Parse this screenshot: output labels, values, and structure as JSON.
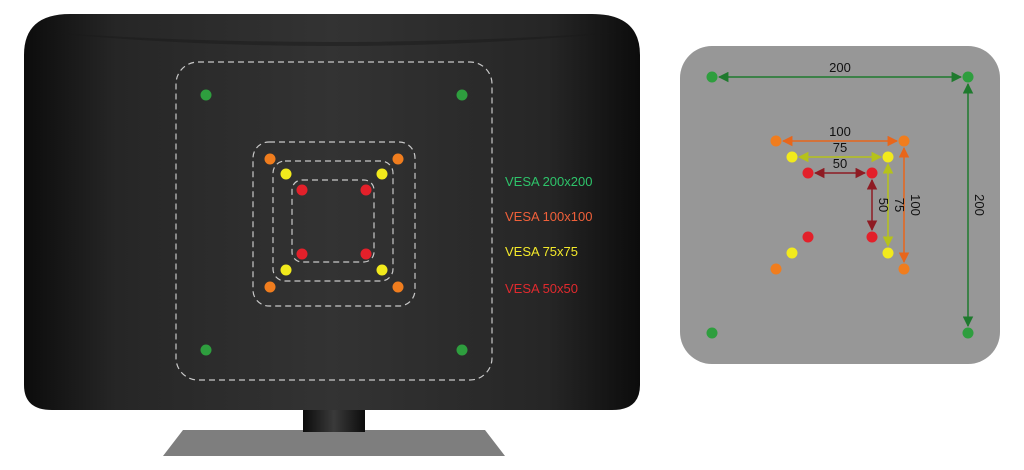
{
  "legend": {
    "vesa_200": "VESA 200x200",
    "vesa_100": "VESA 100x100",
    "vesa_75": "VESA 75x75",
    "vesa_50": "VESA 50x50"
  },
  "dimensions": {
    "d200_horizontal": "200",
    "d200_vertical": "200",
    "d100_horizontal": "100",
    "d100_vertical": "100",
    "d75_horizontal": "75",
    "d75_vertical": "75",
    "d50_horizontal": "50",
    "d50_vertical": "50"
  },
  "colors": {
    "vesa_200": "#2e9e3e",
    "vesa_100": "#f07d1e",
    "vesa_75": "#f2ea1c",
    "vesa_50": "#e3202a",
    "dim_200": "#1f7a2e",
    "dim_100": "#e8661b",
    "dim_75": "#b6c21a",
    "dim_50": "#8e1b23",
    "legend_200": "#2ec36a",
    "legend_100": "#f0603a",
    "legend_75": "#f4ea2a",
    "legend_50": "#e02a2e",
    "panel": "#979797"
  }
}
